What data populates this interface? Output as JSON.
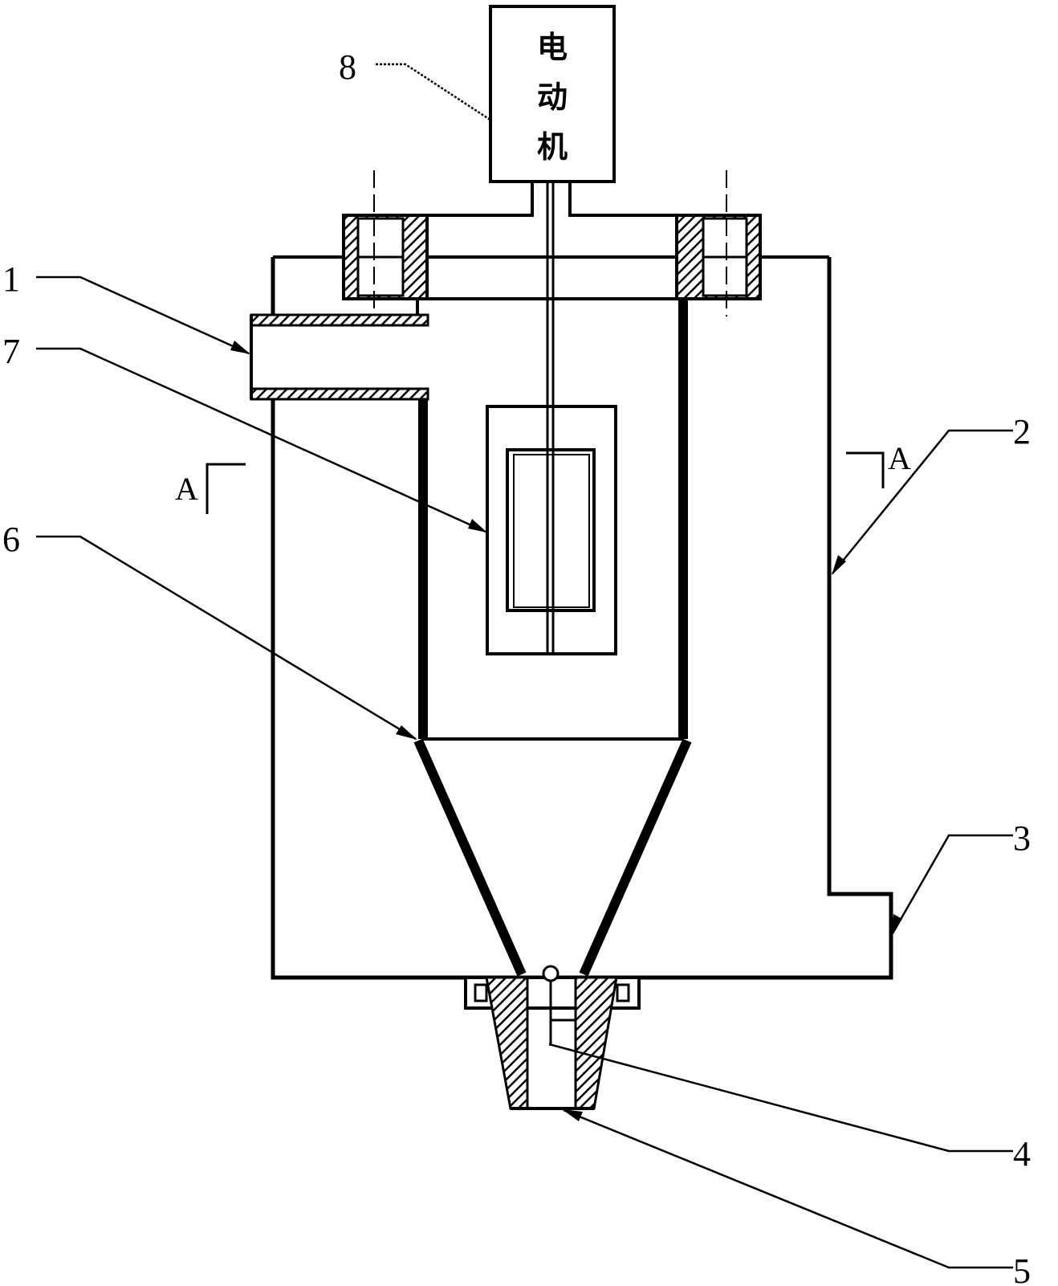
{
  "motor": {
    "label_line1": "电",
    "label_line2": "动",
    "label_line3": "机"
  },
  "callouts": {
    "c1": "1",
    "c2": "2",
    "c3": "3",
    "c4": "4",
    "c5": "5",
    "c6": "6",
    "c7": "7",
    "c8": "8"
  },
  "section": {
    "left": "A",
    "right": "A"
  },
  "colors": {
    "line": "#000000",
    "hatch": "#000000",
    "background": "#ffffff"
  }
}
